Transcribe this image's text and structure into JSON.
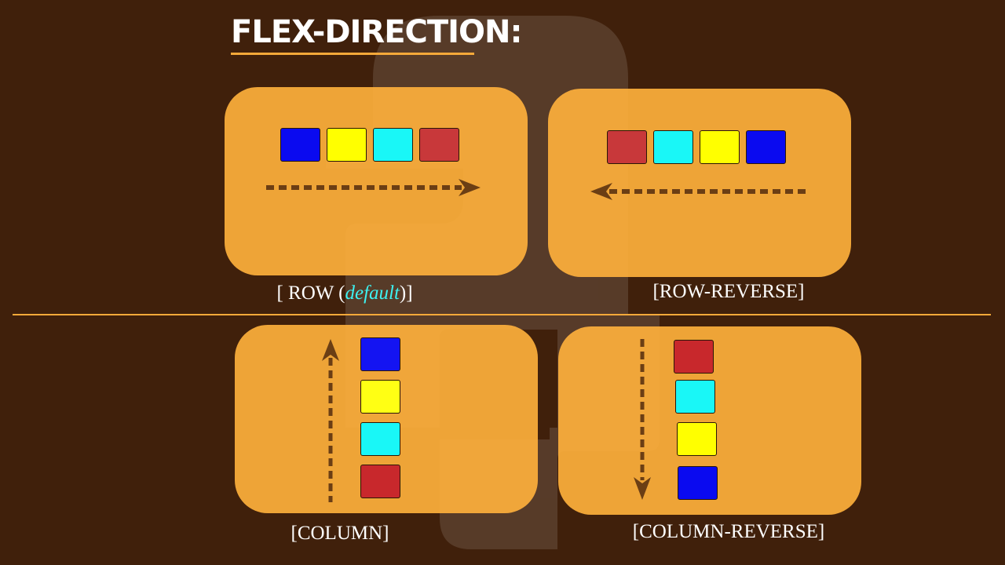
{
  "title": "FLEX-DIRECTION:",
  "colors": {
    "background": "#40200b",
    "accent": "#f5a93a",
    "panel": "#fdb03c",
    "arrow": "#6b3e14",
    "blue": "#0a0af0",
    "yellow": "#ffff00",
    "cyan": "#19f7f7",
    "red": "#c8282c",
    "default_word": "#3df2f2"
  },
  "watermark": "python-logo-icon",
  "panels": [
    {
      "id": "row",
      "caption_prefix": "[ ROW (",
      "caption_em": "default",
      "caption_suffix": ")]",
      "arrow": "arrow-right-icon",
      "box_order": [
        "blue",
        "yellow",
        "cyan",
        "red"
      ]
    },
    {
      "id": "row-reverse",
      "caption": "[ROW-REVERSE]",
      "arrow": "arrow-left-icon",
      "box_order": [
        "red",
        "cyan",
        "yellow",
        "blue"
      ]
    },
    {
      "id": "column",
      "caption": "[COLUMN]",
      "arrow": "arrow-up-icon",
      "box_order": [
        "blue",
        "yellow",
        "cyan",
        "red"
      ]
    },
    {
      "id": "column-reverse",
      "caption": "[COLUMN-REVERSE]",
      "arrow": "arrow-down-icon",
      "box_order": [
        "red",
        "cyan",
        "yellow",
        "blue"
      ]
    }
  ]
}
